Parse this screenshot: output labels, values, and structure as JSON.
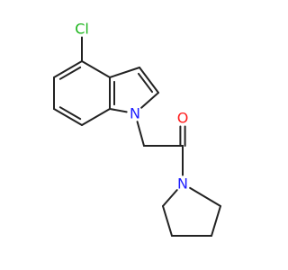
{
  "molecule": {
    "atoms": [
      {
        "id": "cl",
        "symbol": "Cl",
        "color": "#1db51d",
        "labeled": true
      },
      {
        "id": "c4",
        "symbol": "C",
        "labeled": false
      },
      {
        "id": "c3a",
        "symbol": "C",
        "labeled": false
      },
      {
        "id": "c3",
        "symbol": "C",
        "labeled": false
      },
      {
        "id": "c2",
        "symbol": "C",
        "labeled": false
      },
      {
        "id": "n1",
        "symbol": "N",
        "color": "#1d1dff",
        "labeled": true
      },
      {
        "id": "c7a",
        "symbol": "C",
        "labeled": false
      },
      {
        "id": "c7",
        "symbol": "C",
        "labeled": false
      },
      {
        "id": "c6",
        "symbol": "C",
        "labeled": false
      },
      {
        "id": "c5",
        "symbol": "C",
        "labeled": false
      },
      {
        "id": "ch2",
        "symbol": "C",
        "labeled": false
      },
      {
        "id": "co",
        "symbol": "C",
        "labeled": false
      },
      {
        "id": "o",
        "symbol": "O",
        "color": "#ff1d1d",
        "labeled": true
      },
      {
        "id": "npyr",
        "symbol": "N",
        "color": "#1d1dff",
        "labeled": true
      },
      {
        "id": "pa",
        "symbol": "C",
        "labeled": false
      },
      {
        "id": "pb",
        "symbol": "C",
        "labeled": false
      },
      {
        "id": "pc",
        "symbol": "C",
        "labeled": false
      },
      {
        "id": "pd",
        "symbol": "C",
        "labeled": false
      }
    ],
    "bonds": [
      {
        "a": "cl",
        "b": "c4",
        "order": 1
      },
      {
        "a": "c4",
        "b": "c3a",
        "order": 1
      },
      {
        "a": "c4",
        "b": "c5",
        "order": 2,
        "side": "in"
      },
      {
        "a": "c5",
        "b": "c6",
        "order": 1
      },
      {
        "a": "c6",
        "b": "c7",
        "order": 2,
        "side": "in"
      },
      {
        "a": "c7",
        "b": "c7a",
        "order": 1
      },
      {
        "a": "c7a",
        "b": "c3a",
        "order": 2,
        "side": "in"
      },
      {
        "a": "c3a",
        "b": "c3",
        "order": 1
      },
      {
        "a": "c3",
        "b": "c2",
        "order": 2,
        "side": "in"
      },
      {
        "a": "c2",
        "b": "n1",
        "order": 1
      },
      {
        "a": "n1",
        "b": "c7a",
        "order": 1
      },
      {
        "a": "n1",
        "b": "ch2",
        "order": 1
      },
      {
        "a": "ch2",
        "b": "co",
        "order": 1
      },
      {
        "a": "co",
        "b": "o",
        "order": 2,
        "side": "left"
      },
      {
        "a": "co",
        "b": "npyr",
        "order": 1
      },
      {
        "a": "npyr",
        "b": "pa",
        "order": 1
      },
      {
        "a": "pa",
        "b": "pb",
        "order": 1
      },
      {
        "a": "pb",
        "b": "pc",
        "order": 1
      },
      {
        "a": "pc",
        "b": "pd",
        "order": 1
      },
      {
        "a": "pd",
        "b": "npyr",
        "order": 1
      }
    ]
  }
}
